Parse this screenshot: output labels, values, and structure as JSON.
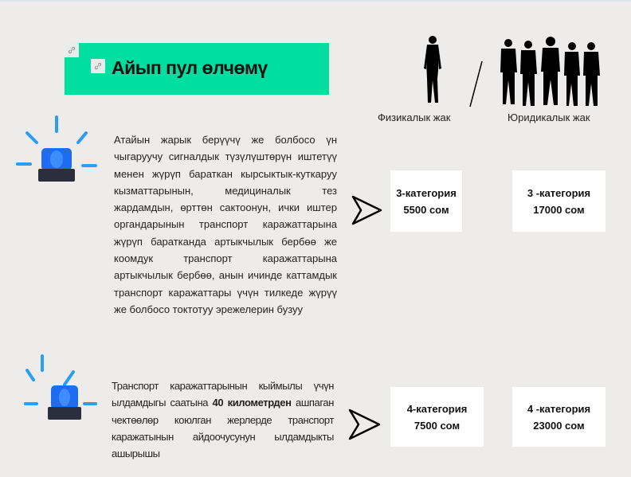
{
  "title": "Айып пул өлчөмү",
  "persons": {
    "physical": "Физикалык жак",
    "legal": "Юридикалык жак"
  },
  "rules": [
    {
      "text": "Атайын жарык берүүчү же болбосо үн чыгаруучу сигналдык түзүлүштөрүн иштетүү менен жүрүп бараткан кырсыктык-куткаруу кызматтарынын, медициналык тез жардамдын, өрттөн сактоонун, ички иштер органдарынын транспорт каражаттарына жүрүп баратканда артыкчылык бербөө же коомдук транспорт каражаттарына артыкчылык бербөө, анын ичинде каттамдык транспорт каражаттары үчүн тилкеде жүрүү же болбосо токтотуу эрежелерин бузуу",
      "physical": {
        "category": "3-категория",
        "amount": "5500 сом"
      },
      "legal": {
        "category": "3 -категория",
        "amount": "17000 сом"
      }
    },
    {
      "text_before": "Транспорт каражаттарынын кыймылы үчүн ылдамдыгы саатына ",
      "text_bold": "40 километрден",
      "text_after": " ашпаган чектөөлөр коюлган жерлерде транспорт каражатынын айдоочусунун ылдамдыкты ашырышы",
      "physical": {
        "category": "4-категория",
        "amount": "7500 сом"
      },
      "legal": {
        "category": "4 -категория",
        "amount": "23000 сом"
      }
    }
  ],
  "colors": {
    "accent": "#00dea0",
    "siren": "#1e6cf0",
    "rays": "#2a9df4"
  }
}
